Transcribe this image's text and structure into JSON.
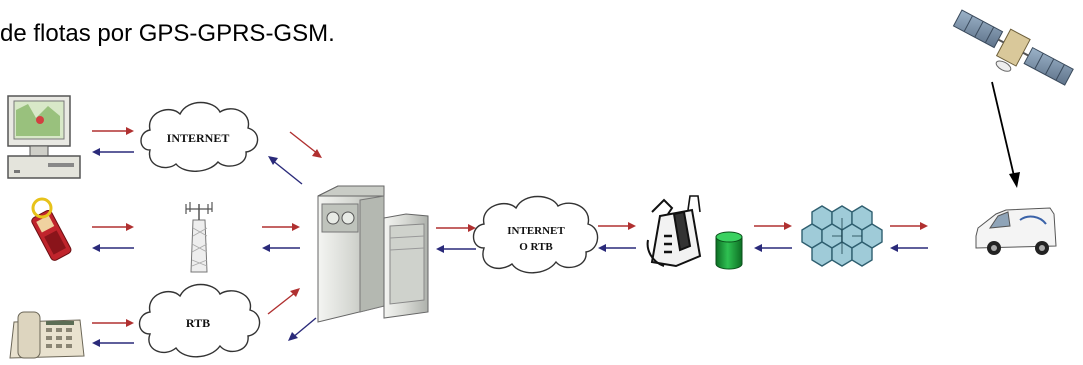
{
  "title": "de flotas por GPS-GPRS-GSM.",
  "clouds": {
    "internet": "INTERNET",
    "rtb": "RTB",
    "internet_rtb_line1": "INTERNET",
    "internet_rtb_line2": "O RTB"
  },
  "colors": {
    "arrow_right": "#b03030",
    "arrow_left": "#2a2a7a",
    "server_body": "#d9dcd8",
    "cylinder": "#1f9a3a",
    "hexagon": "#7fb7c9",
    "van": "#f2f2f2"
  },
  "icons": [
    "computer-icon",
    "mobile-phone-icon",
    "desk-phone-icon",
    "cell-tower-icon",
    "server-icon",
    "handheld-terminal-icon",
    "database-cylinder-icon",
    "gsm-cell-network-icon",
    "satellite-icon",
    "van-icon"
  ]
}
